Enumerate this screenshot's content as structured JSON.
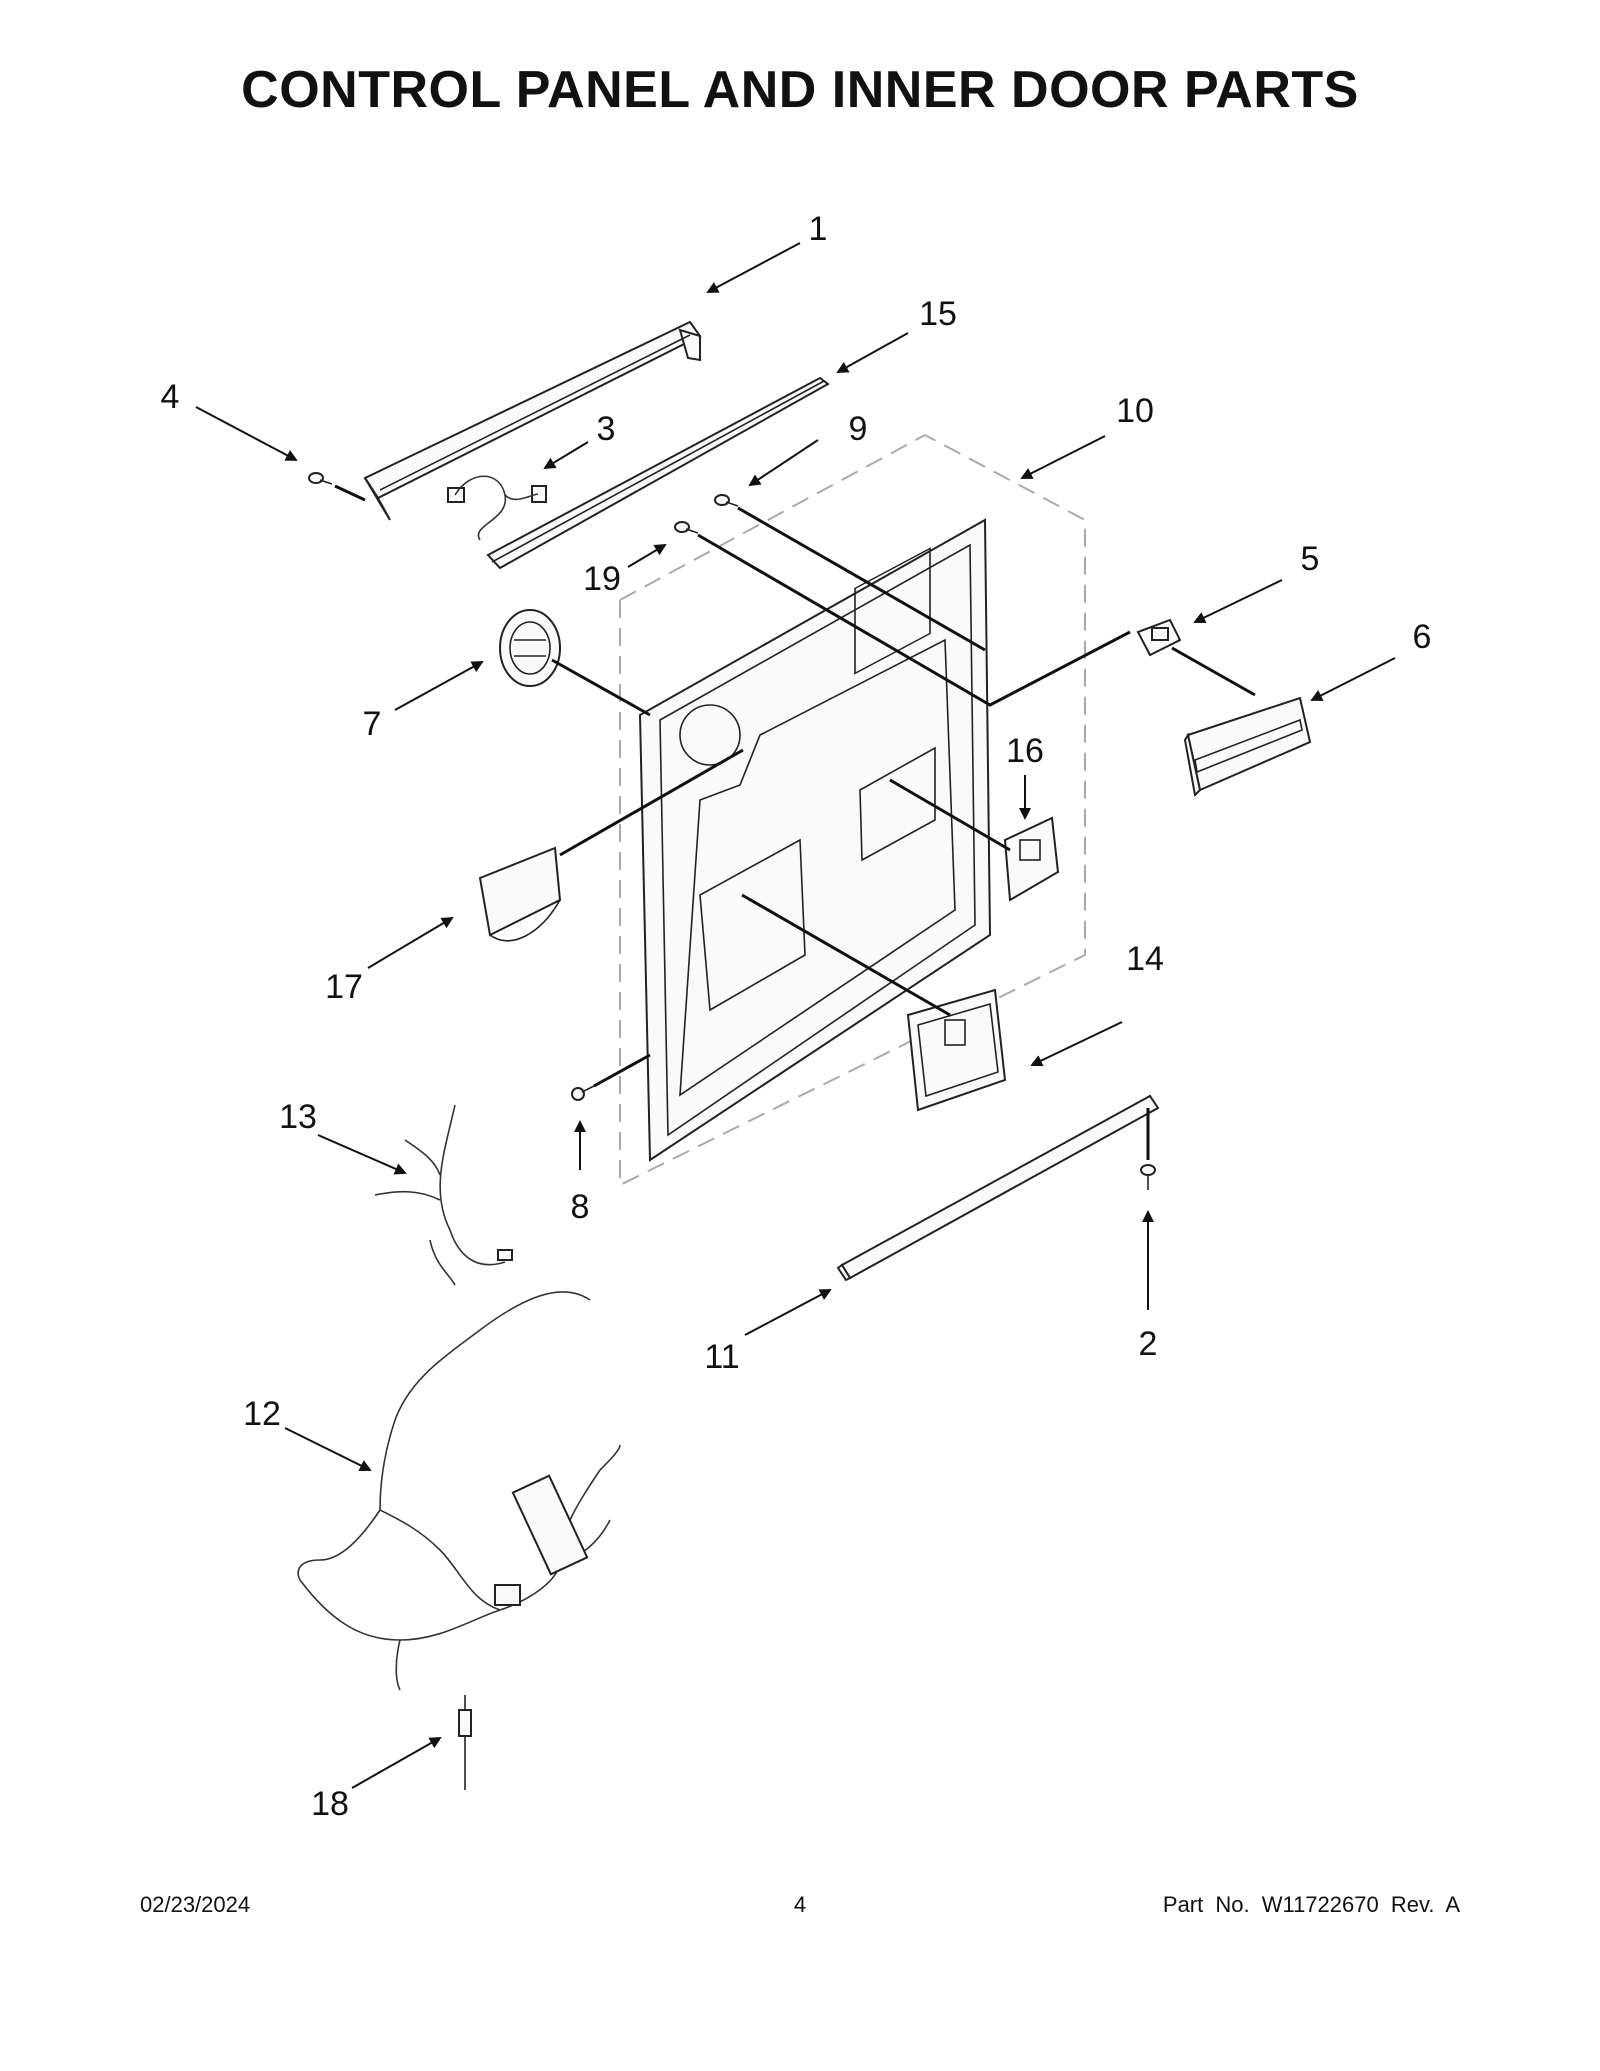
{
  "page": {
    "title": "CONTROL PANEL AND INNER DOOR PARTS",
    "footer": {
      "date": "02/23/2024",
      "page_number": "4",
      "part_info": "Part No.  W11722670  Rev.  A"
    }
  },
  "callouts": [
    "1",
    "2",
    "3",
    "4",
    "5",
    "6",
    "7",
    "8",
    "9",
    "10",
    "11",
    "12",
    "13",
    "14",
    "15",
    "16",
    "17",
    "18",
    "19"
  ]
}
